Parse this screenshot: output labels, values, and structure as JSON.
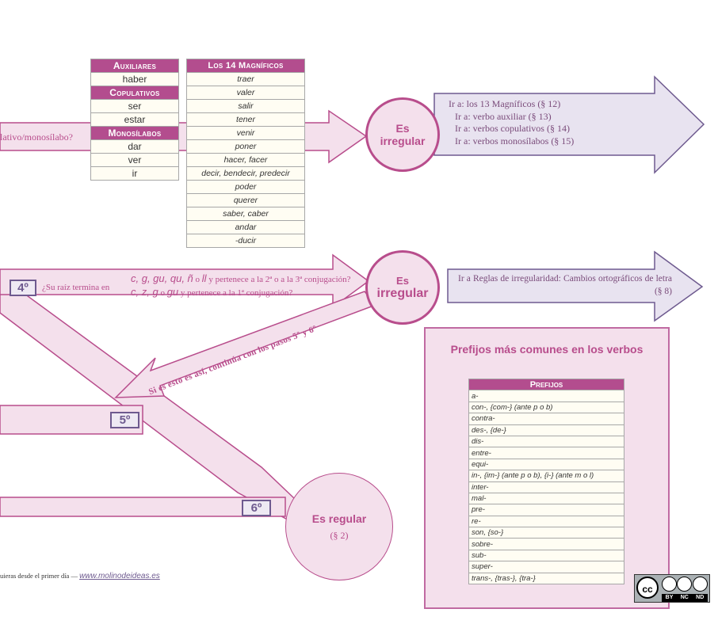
{
  "aux_table": {
    "header_auxiliares": "Auxiliares",
    "haber": "haber",
    "header_copulativos": "Copulativos",
    "ser": "ser",
    "estar": "estar",
    "header_monosilabos": "Monosílabos",
    "dar": "dar",
    "ver": "ver",
    "ir": "ir"
  },
  "magnificos_table": {
    "header": "Los 14 Magníficos",
    "items": [
      "traer",
      "valer",
      "salir",
      "tener",
      "venir",
      "poner",
      "hacer, facer",
      "decir, bendecir, predecir",
      "poder",
      "querer",
      "saber, caber",
      "andar",
      "-ducir"
    ]
  },
  "top_question": "lativo/monosílabo?",
  "circle1": {
    "line1": "Es",
    "line2": "irregular"
  },
  "links1": [
    "Ir a: los 13 Magníficos (§ 12)",
    "Ir a: verbo auxiliar (§ 13)",
    "Ir a: verbos copulativos (§ 14)",
    "Ir a: verbos monosílabos (§ 15)"
  ],
  "step4": "4º",
  "step5": "5º",
  "step6": "6º",
  "q4": {
    "prefix": "¿Su raíz termina en",
    "line1_letters": "c, g, gu, qu, ñ",
    "line1_o": " o ",
    "line1_ll": "ll",
    "line1_rest": " y pertenece a la 2ª o a la 3ª conjugación?",
    "line2_letters": "c, z, g",
    "line2_o": " o ",
    "line2_gu": "gu",
    "line2_rest": " y pertenece a la 1ª conjugación?"
  },
  "circle2": {
    "line1": "Es",
    "line2": "irregular"
  },
  "links2": "Ir a Reglas de irregularidad: Cambios ortográficos de letra (§ 8)",
  "diag_text": "Si es esto es así, continúa con los pasos 5º y 6º",
  "circle3": {
    "title": "Es regular",
    "sub": "(§ 2)"
  },
  "prefijos": {
    "title": "Prefijos más comunes en los verbos",
    "header": "Prefijos",
    "items": [
      "a-",
      "con-, {com-} (ante p o b)",
      "contra-",
      "des-, {de-}",
      "dis-",
      "entre-",
      "equi-",
      "in-, {im-} (ante p o b), {i-} (ante m o l)",
      "inter-",
      "mal-",
      "pre-",
      "re-",
      "son, {so-}",
      "sobre-",
      "sub-",
      "super-",
      "trans-, {tras-}, {tra-}"
    ]
  },
  "footer": {
    "text": "uieras desde el primer día — ",
    "link": "www.molinodeideas.es"
  },
  "cc_badge": {
    "labels": [
      "BY",
      "NC",
      "ND"
    ]
  },
  "colors": {
    "accent": "#b84d8c",
    "arrow_fill": "#f4e0ec",
    "purple_arrow": "#e8e3f0",
    "purple_border": "#6e5a8f"
  }
}
